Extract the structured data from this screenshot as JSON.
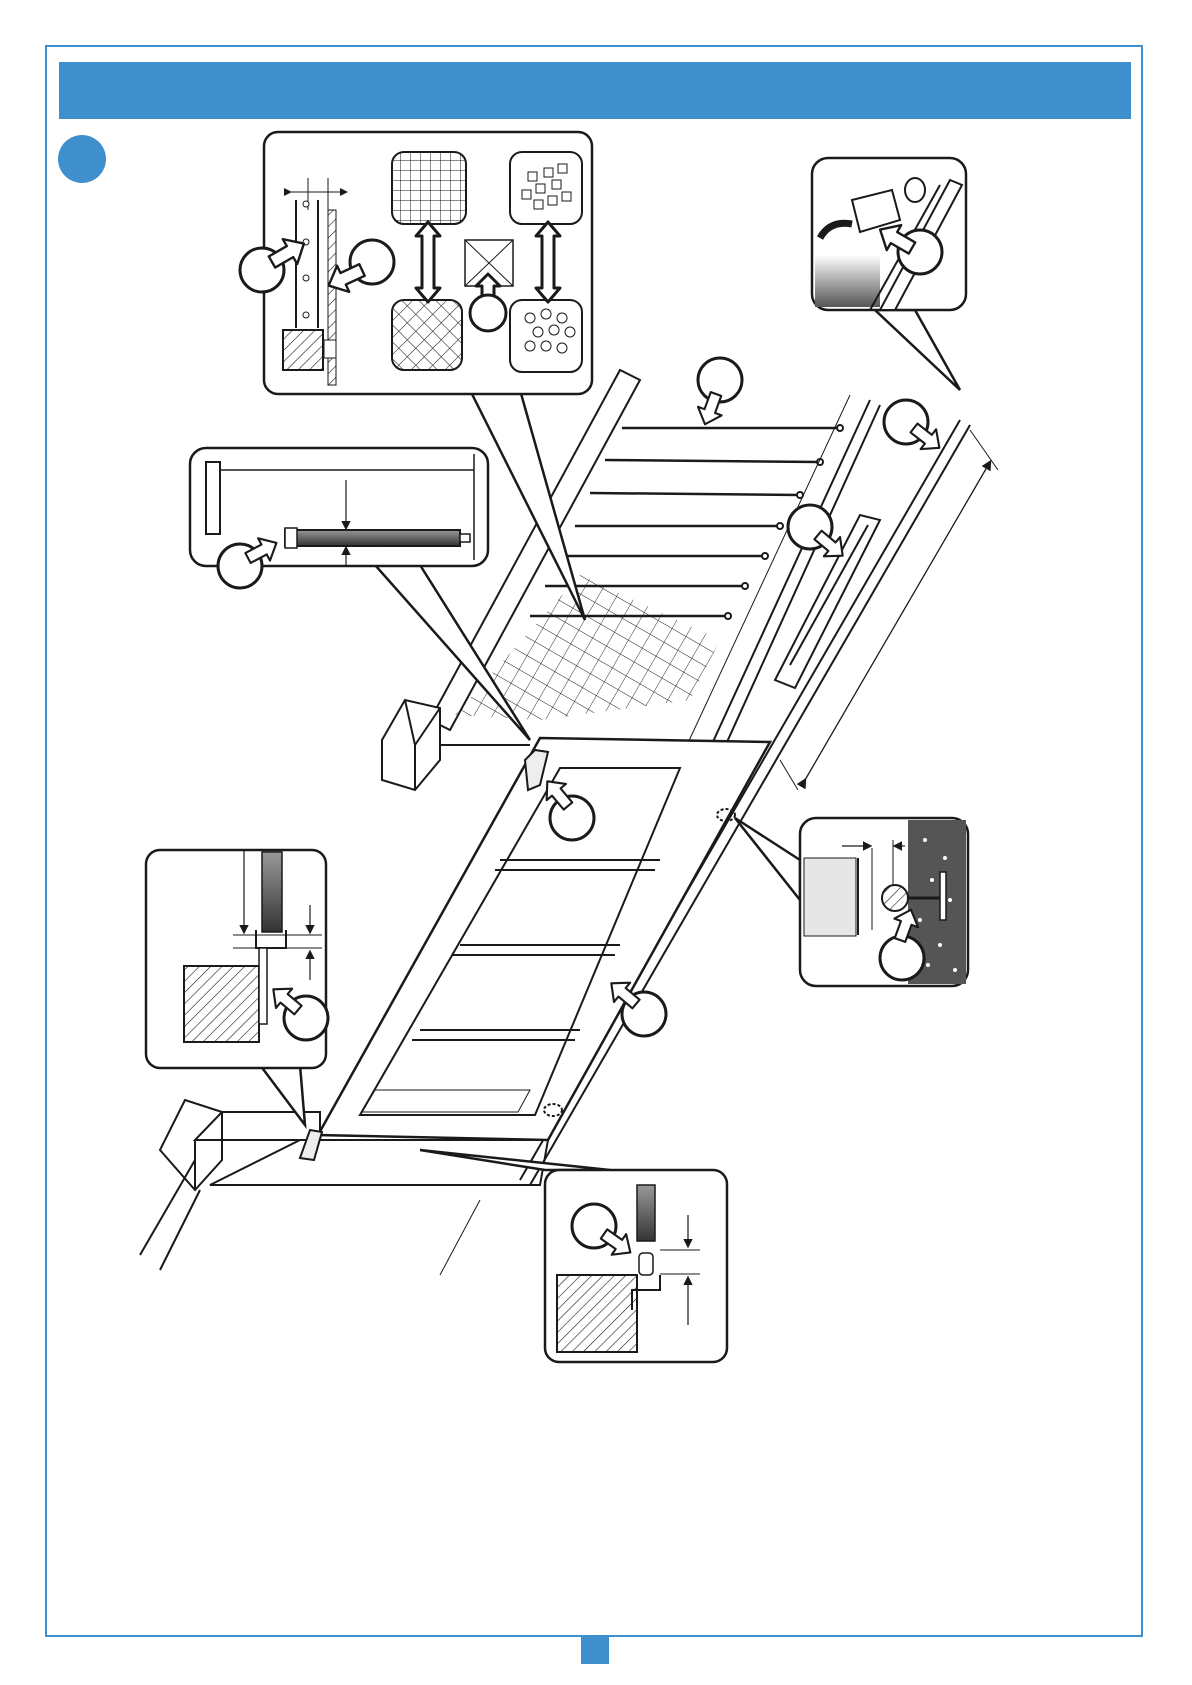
{
  "header": {
    "title": ""
  },
  "section": {
    "number": ""
  },
  "footer": {
    "page_number": ""
  },
  "colors": {
    "accent": "#3f8fcd",
    "line": "#1a1a1a",
    "shade": "#e6e6e6"
  },
  "diagram": {
    "subject": "sliding-gate-installation-check",
    "callout_markers": [
      {
        "name": "callout-marker-support-post",
        "label": ""
      },
      {
        "name": "callout-marker-mesh-panel",
        "label": ""
      },
      {
        "name": "callout-marker-mesh-infill",
        "label": ""
      },
      {
        "name": "callout-marker-top-guide",
        "label": ""
      },
      {
        "name": "callout-marker-rail",
        "label": ""
      },
      {
        "name": "callout-marker-end-stop",
        "label": ""
      },
      {
        "name": "callout-marker-guide-roller",
        "label": ""
      },
      {
        "name": "callout-marker-top-clearance",
        "label": ""
      },
      {
        "name": "callout-marker-gate-leaf",
        "label": ""
      },
      {
        "name": "callout-marker-rack",
        "label": ""
      },
      {
        "name": "callout-marker-side-clearance",
        "label": ""
      },
      {
        "name": "callout-marker-bottom-clearance",
        "label": ""
      },
      {
        "name": "callout-marker-bottom-guide",
        "label": ""
      }
    ],
    "icons": [
      "arrow-icon",
      "mesh-square-grid-icon",
      "mesh-diamond-grid-icon",
      "perforated-squares-icon",
      "perforated-circles-icon"
    ]
  }
}
